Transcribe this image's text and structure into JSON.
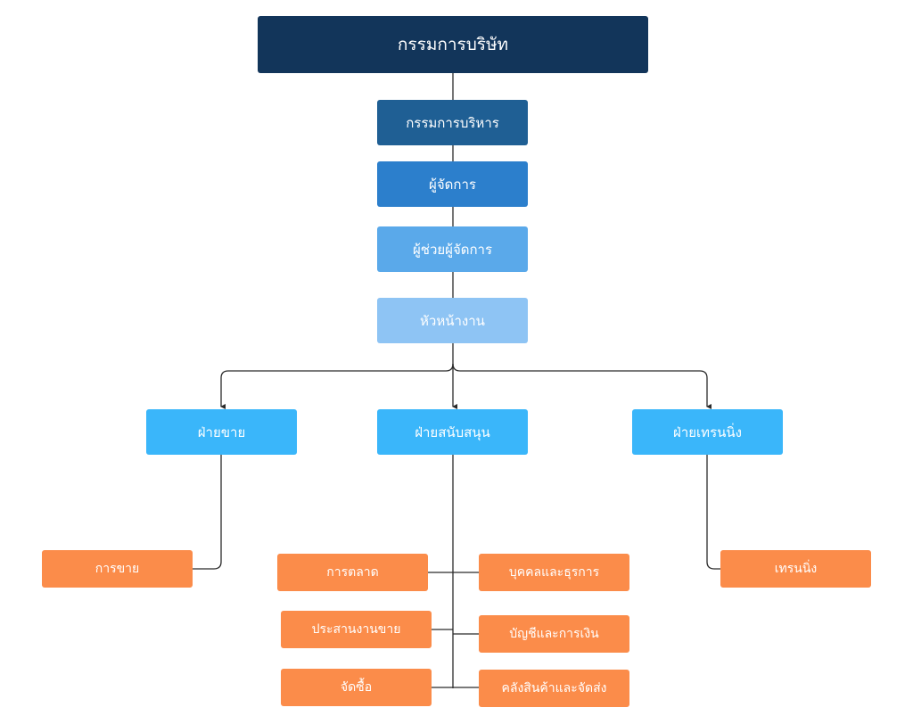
{
  "org": {
    "board": "กรรมการบริษัท",
    "executive": "กรรมการบริหาร",
    "manager": "ผู้จัดการ",
    "assistant_manager": "ผู้ช่วยผู้จัดการ",
    "supervisor": "หัวหน้างาน",
    "departments": {
      "sales": {
        "name": "ฝ่ายขาย",
        "units": [
          "การขาย"
        ]
      },
      "support": {
        "name": "ฝ่ายสนับสนุน",
        "units_left": [
          "การตลาด",
          "ประสานงานขาย",
          "จัดซื้อ"
        ],
        "units_right": [
          "บุคคลและธุรการ",
          "บัญชีและการเงิน",
          "คลังสินค้าและจัดส่ง"
        ]
      },
      "training": {
        "name": "ฝ่ายเทรนนิ่ง",
        "units": [
          "เทรนนิ่ง"
        ]
      }
    }
  },
  "colors": {
    "board": "#12355a",
    "executive": "#1f5f94",
    "manager": "#2c7fcc",
    "assistant_manager": "#5aa9ea",
    "supervisor": "#8ec4f4",
    "department": "#3ab6fa",
    "unit": "#fb8c4a",
    "connector": "#2b2b2b"
  }
}
